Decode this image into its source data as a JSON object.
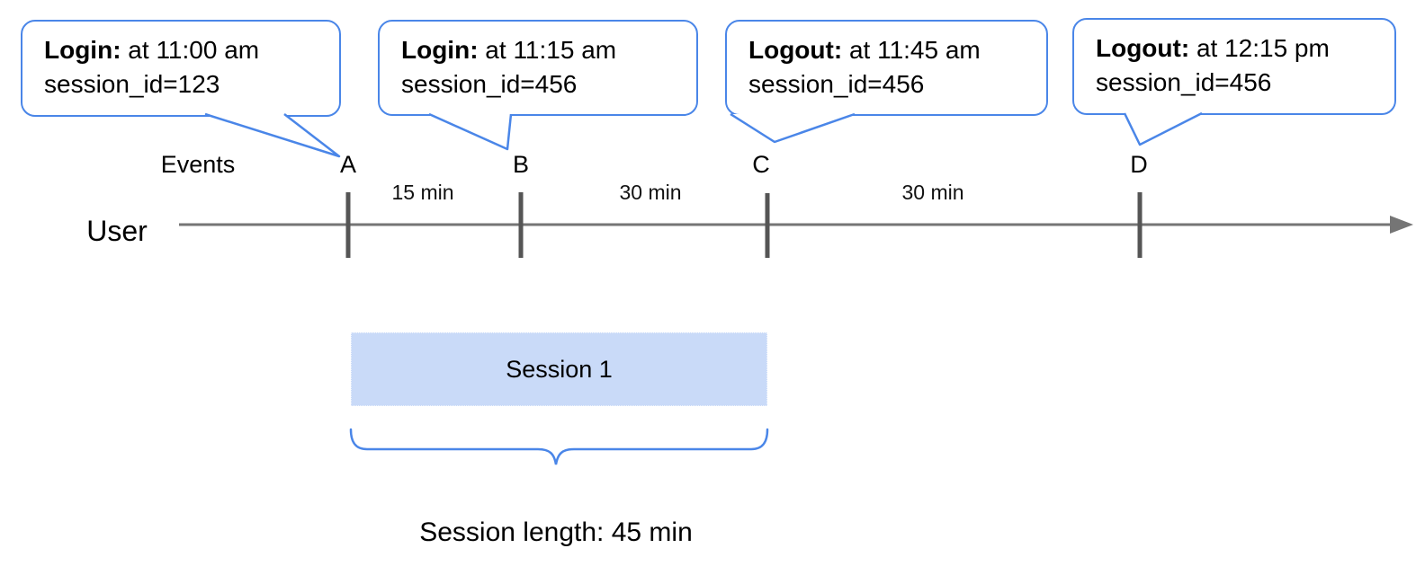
{
  "diagram": {
    "title_hint": "User session timeline diagram",
    "bubbles": [
      {
        "event": "Login:",
        "time": " at 11:00 am",
        "session": "session_id=123",
        "points_to": "A"
      },
      {
        "event": "Login:",
        "time": " at 11:15 am",
        "session": "session_id=456",
        "points_to": "B"
      },
      {
        "event": "Logout:",
        "time": " at 11:45 am",
        "session": "session_id=456",
        "points_to": "C"
      },
      {
        "event": "Logout:",
        "time": " at 12:15 pm",
        "session": "session_id=456",
        "points_to": "D"
      }
    ],
    "timeline": {
      "axis_label": "User",
      "events_label": "Events",
      "event_markers": [
        "A",
        "B",
        "C",
        "D"
      ],
      "intervals": [
        "15 min",
        "30 min",
        "30 min"
      ]
    },
    "session": {
      "label": "Session 1",
      "length_caption": "Session length: 45 min"
    },
    "colors": {
      "accent_blue": "#4a86e8",
      "session_fill": "#c9daf8",
      "axis_gray": "#757575",
      "tick_gray": "#555555",
      "text": "#000000"
    }
  }
}
